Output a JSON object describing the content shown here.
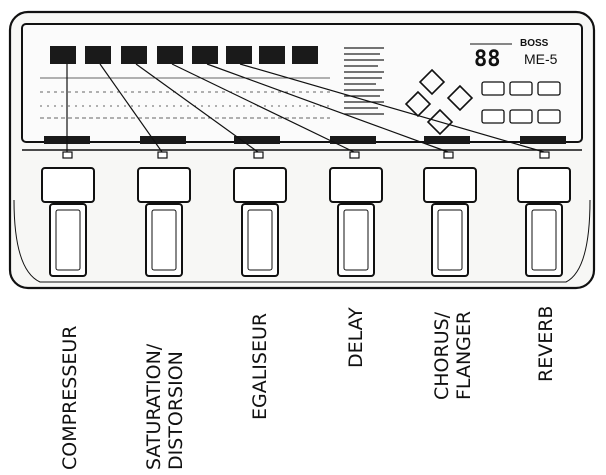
{
  "unit": {
    "brand": "BOSS",
    "model": "ME-5",
    "display_value": "88"
  },
  "effects": [
    {
      "id": "compresseur",
      "lines": [
        "COMPRESSEUR"
      ]
    },
    {
      "id": "saturation",
      "lines": [
        "SATURATION/",
        "DISTORSION"
      ]
    },
    {
      "id": "egaliseur",
      "lines": [
        "EGALISEUR"
      ]
    },
    {
      "id": "delay",
      "lines": [
        "DELAY"
      ]
    },
    {
      "id": "chorus",
      "lines": [
        "CHORUS/",
        "FLANGER"
      ]
    },
    {
      "id": "reverb",
      "lines": [
        "REVERB"
      ]
    }
  ],
  "colors": {
    "ink": "#111111",
    "panel_dark": "#1a1a1a",
    "body": "#f7f7f5"
  }
}
